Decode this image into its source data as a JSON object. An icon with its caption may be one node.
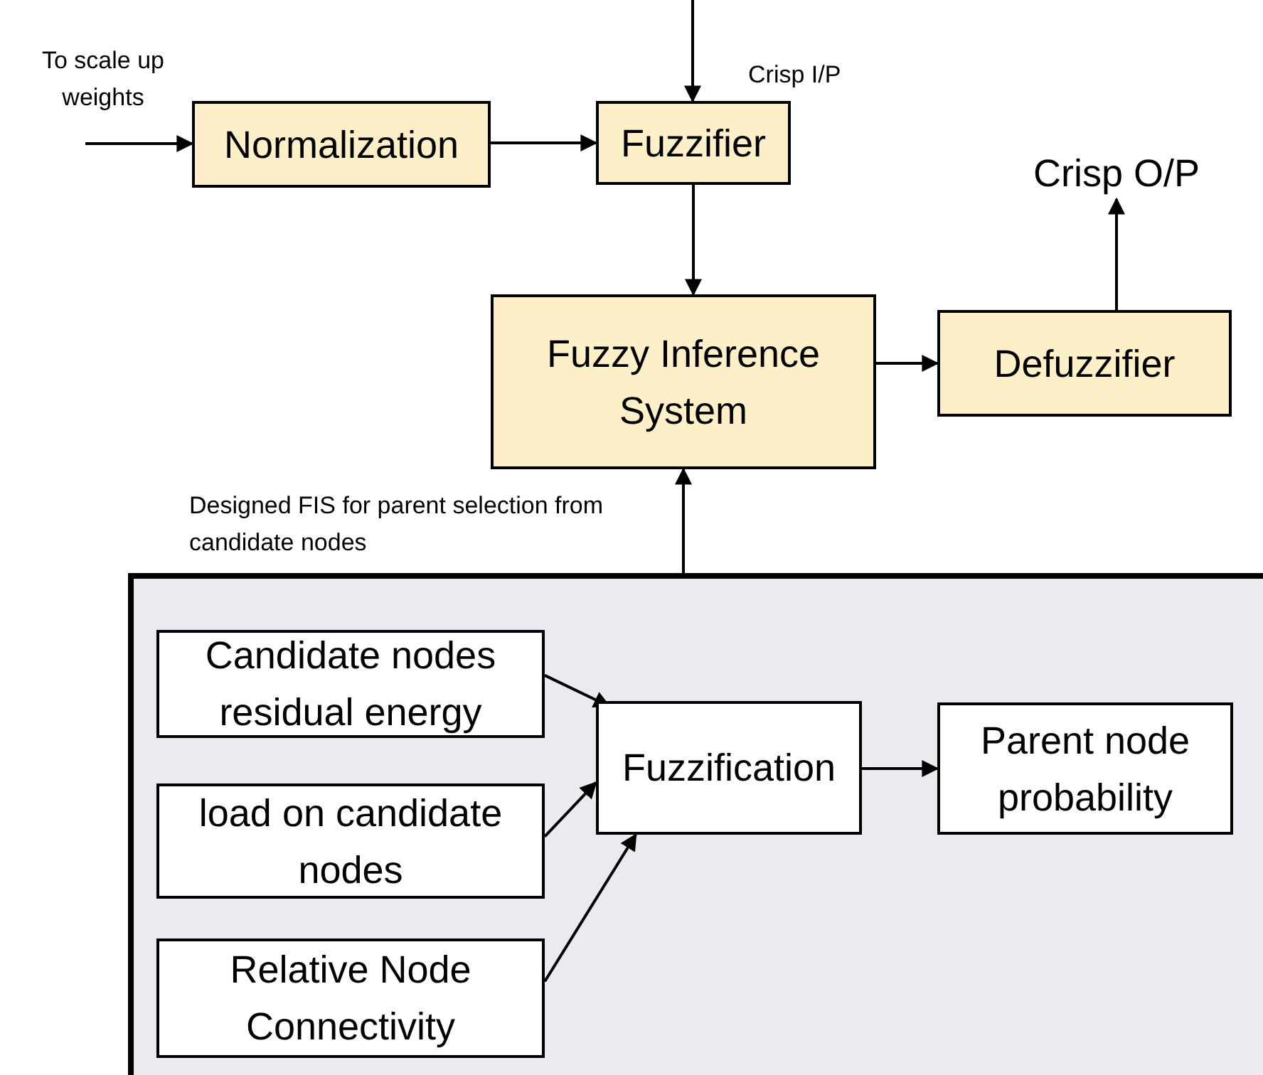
{
  "diagram": {
    "nodes": [
      {
        "text": [
          "Normalization"
        ]
      },
      {
        "text": [
          "Fuzzifier"
        ]
      },
      {
        "text": [
          "Fuzzy Inference System"
        ]
      },
      {
        "text": [
          "Defuzzifier"
        ]
      },
      {
        "text": [
          "Crisp O/P"
        ]
      },
      {
        "text": [],
        "shape": "box"
      },
      {
        "text": [
          "Candidate nodes residual energy"
        ],
        "in": 5
      },
      {
        "text": [
          "load on candidate nodes"
        ],
        "in": 5
      },
      {
        "text": [
          "Relative Node Connectivity"
        ],
        "in": 5
      },
      {
        "text": [
          "Fuzzification"
        ],
        "in": 5
      },
      {
        "text": [
          "Parent node probability"
        ],
        "in": 5
      }
    ],
    "edges": [
      {
        "from": null,
        "to": 1,
        "arrow": "to"
      },
      {
        "from": null,
        "to": 0,
        "arrow": "to"
      },
      {
        "from": 0,
        "to": 1,
        "arrow": "to"
      },
      {
        "from": 1,
        "to": 2,
        "arrow": "to"
      },
      {
        "from": 2,
        "to": 3,
        "arrow": "to"
      },
      {
        "from": 3,
        "to": 4,
        "arrow": "to"
      },
      {
        "from": 5,
        "to": 2,
        "arrow": "to"
      },
      {
        "from": 6,
        "to": 9,
        "arrow": "to"
      },
      {
        "from": 7,
        "to": 9,
        "arrow": "to"
      },
      {
        "from": 8,
        "to": 9,
        "arrow": "to"
      },
      {
        "from": 9,
        "to": 10,
        "arrow": "to"
      }
    ],
    "labels": [
      "To scale up weights",
      "Crisp I/P",
      "Designed FIS for parent selection from candidate nodes"
    ]
  }
}
